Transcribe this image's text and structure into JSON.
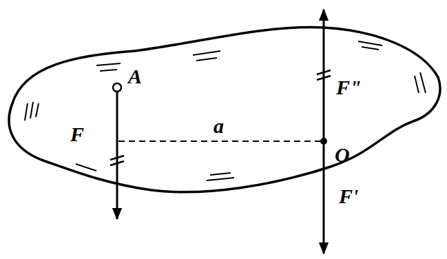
{
  "diagram": {
    "labels": [
      "A",
      "F",
      "a",
      "F\"",
      "O",
      "F'"
    ]
  }
}
